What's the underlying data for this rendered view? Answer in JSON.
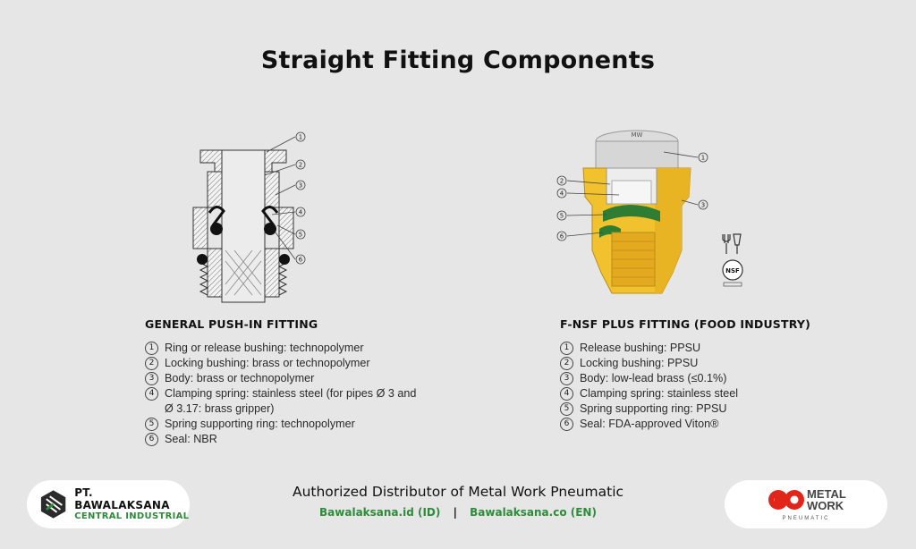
{
  "title": "Straight Fitting Components",
  "left": {
    "heading": "GENERAL PUSH-IN FITTING",
    "callouts": [
      "1",
      "2",
      "3",
      "4",
      "5",
      "6"
    ],
    "items": [
      {
        "num": "1",
        "text": "Ring or release bushing: technopolymer"
      },
      {
        "num": "2",
        "text": "Locking bushing: brass or technopolymer"
      },
      {
        "num": "3",
        "text": "Body: brass or technopolymer"
      },
      {
        "num": "4",
        "text": "Clamping spring: stainless steel (for pipes Ø 3 and"
      },
      {
        "num": "",
        "text": "Ø 3.17: brass gripper)"
      },
      {
        "num": "5",
        "text": "Spring supporting ring: technopolymer"
      },
      {
        "num": "6",
        "text": "Seal: NBR"
      }
    ]
  },
  "right": {
    "heading": "F-NSF PLUS FITTING (FOOD INDUSTRY)",
    "callouts": [
      "1",
      "2",
      "3",
      "4",
      "5",
      "6"
    ],
    "top_mark": "MW",
    "badge": "NSF",
    "items": [
      {
        "num": "1",
        "text": "Release bushing: PPSU"
      },
      {
        "num": "2",
        "text": "Locking bushing: PPSU"
      },
      {
        "num": "3",
        "text": "Body: low-lead brass (≤0.1%)"
      },
      {
        "num": "4",
        "text": "Clamping spring: stainless steel"
      },
      {
        "num": "5",
        "text": "Spring supporting ring: PPSU"
      },
      {
        "num": "6",
        "text": "Seal: FDA-approved Viton®"
      }
    ]
  },
  "footer": {
    "authorized": "Authorized Distributor of Metal Work Pneumatic",
    "link_id": "Bawalaksana.id (ID)",
    "separator": "|",
    "link_en": "Bawalaksana.co (EN)"
  },
  "brand_left": {
    "name": "PT. BAWALAKSANA",
    "sub": "CENTRAL INDUSTRIAL"
  },
  "brand_right": {
    "line1": "METAL",
    "line2": "WORK",
    "line3": "PNEUMATIC"
  },
  "colors": {
    "background": "#e6e6e6",
    "brass": "#f2c12e",
    "seal_green": "#2e7d32",
    "link_green": "#2e8b3a",
    "logo_red": "#e1251b"
  }
}
